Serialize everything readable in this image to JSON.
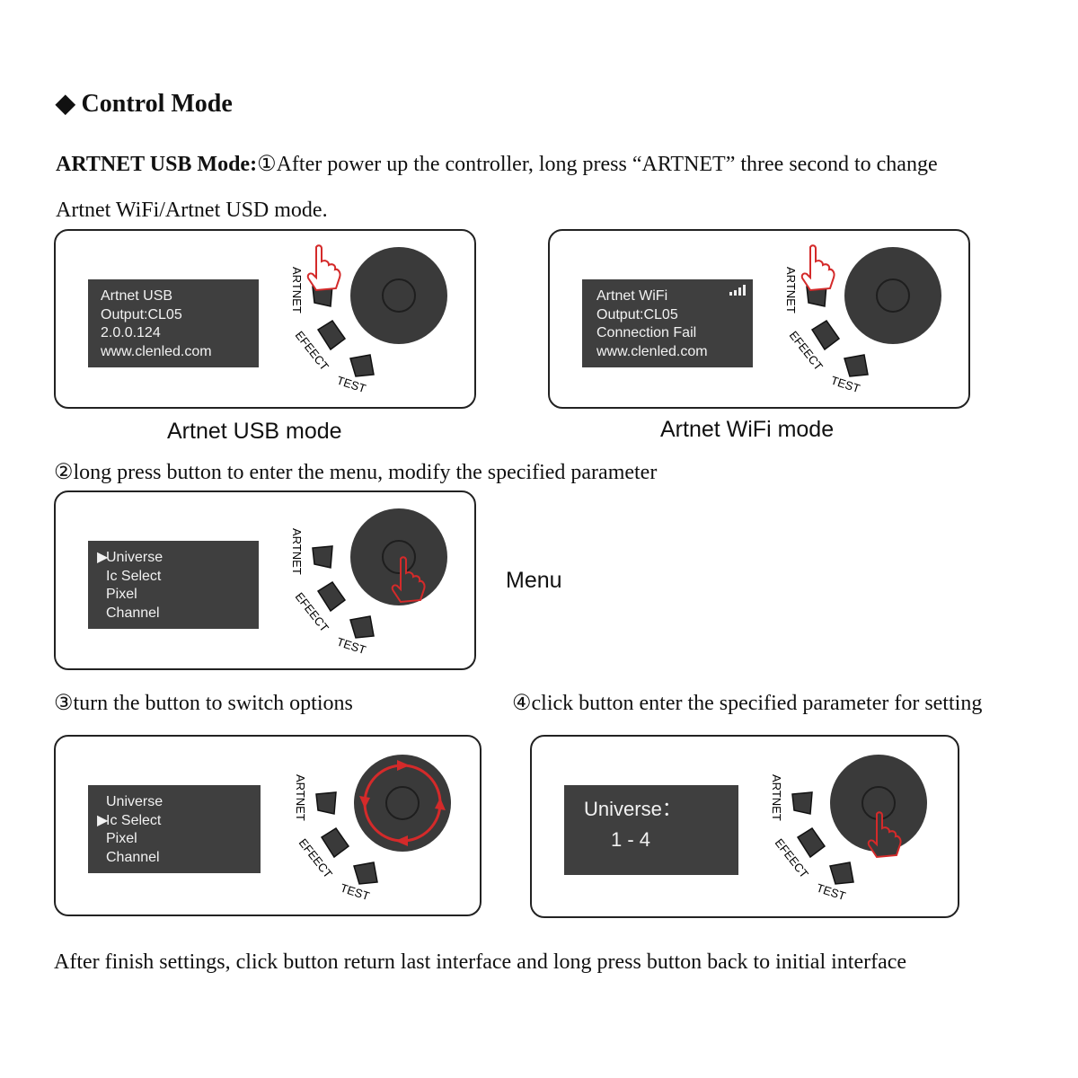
{
  "heading": "Control Mode",
  "heading_bullet": "◆",
  "step1": {
    "bold": "ARTNET USB Mode:",
    "text_line1": "①After power up the controller, long press “ARTNET” three second to change",
    "text_line2": "Artnet WiFi/Artnet USD mode."
  },
  "button_labels": {
    "artnet": "ARTNET",
    "effect": "EFEECT",
    "test": "TEST"
  },
  "panel_usb": {
    "screen_lines": [
      "Artnet USB",
      "Output:CL05",
      "2.0.0.124",
      "www.clenled.com"
    ],
    "caption": "Artnet USB mode"
  },
  "panel_wifi": {
    "screen_lines": [
      "Artnet WiFi",
      "Output:CL05",
      "Connection Fail",
      "www.clenled.com"
    ],
    "caption": "Artnet WiFi mode"
  },
  "step2": {
    "text": "②long press button to enter the menu, modify the specified parameter"
  },
  "panel_menu": {
    "screen_lines": [
      "Universe",
      "Ic Select",
      "Pixel",
      "Channel"
    ],
    "selected_index": 0,
    "caption": "Menu"
  },
  "step3": {
    "text": "③turn the button to switch options"
  },
  "step4": {
    "text": "④click button enter the specified parameter for setting"
  },
  "panel_turn": {
    "screen_lines": [
      "Universe",
      "Ic Select",
      "Pixel",
      "Channel"
    ],
    "selected_index": 1
  },
  "panel_param": {
    "title": "Universe：",
    "value": "1 - 4"
  },
  "footer": "After finish settings, click button return last interface and long press button back to initial interface",
  "colors": {
    "screen": "#3f3f3f",
    "knob": "#3a3a3a",
    "accent": "#d42a2a"
  },
  "icons": [
    "diamond-bullet-icon",
    "hand-pointer-icon",
    "knob-icon",
    "rotate-arrows-icon",
    "signal-icon",
    "menu-cursor-icon"
  ]
}
